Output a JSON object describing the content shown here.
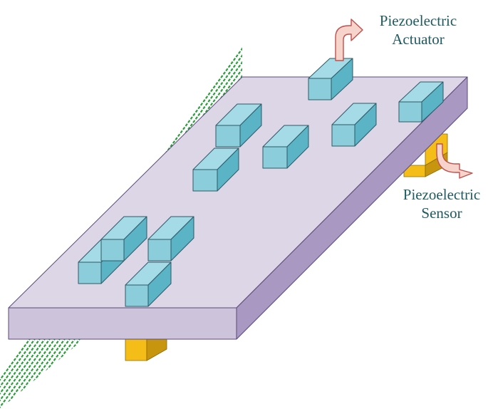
{
  "labels": {
    "actuator": {
      "line1": "Piezoelectric",
      "line2": "Actuator"
    },
    "sensor": {
      "line1": "Piezoelectric",
      "line2": "Sensor"
    }
  },
  "colors": {
    "plate_top": "#dcd6e6",
    "plate_front": "#cdc3db",
    "plate_side": "#a898c2",
    "plate_stroke": "#5a4a7a",
    "block_top": "#a5dbe6",
    "block_front": "#8ccddb",
    "block_side": "#5bb3c6",
    "block_stroke": "#2c5a66",
    "sensor_front": "#f5bd18",
    "sensor_side": "#c8950f",
    "wall_hatch": "#2a9e3a",
    "arrow_fill": "#f6d4cc",
    "arrow_stroke": "#c0504d",
    "label_text": "#1f5a63"
  }
}
